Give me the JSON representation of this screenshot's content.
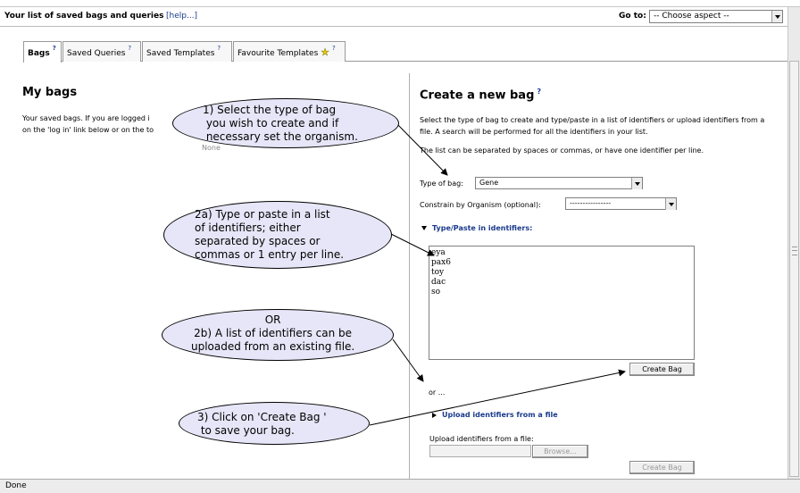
{
  "header": {
    "title": "Your list of saved bags and queries",
    "help_link": "[help...]",
    "goto_label": "Go to:",
    "goto_select_value": "-- Choose aspect --"
  },
  "tabs": [
    {
      "label": "Bags",
      "help": "?",
      "active": true
    },
    {
      "label": "Saved Queries",
      "help": "?",
      "active": false
    },
    {
      "label": "Saved Templates",
      "help": "?",
      "active": false
    },
    {
      "label": "Favourite Templates",
      "help": "?",
      "active": false,
      "icon": "star-icon"
    }
  ],
  "my_bags": {
    "title": "My bags",
    "text_line1": "Your saved bags. If you are logged i",
    "text_line2": "on the 'log in' link below or on the to",
    "none_text": "None"
  },
  "create_bag": {
    "title": "Create a new bag",
    "help": "?",
    "description": "Select the type of bag to create and type/paste in a list of identifiers or upload identifiers from a file. A search will be performed for all the identifiers in your list.",
    "note": "The list can be separated by spaces or commas, or have one identifier per line.",
    "type_label": "Type of bag:",
    "type_value": "Gene",
    "organism_label": "Constrain by Organism (optional):",
    "organism_value": "----------------",
    "paste_toggle": "Type/Paste in identifiers:",
    "identifiers": [
      "eya",
      "pax6",
      "toy",
      "dac",
      "so"
    ],
    "create_button": "Create Bag",
    "or_text": "or ...",
    "upload_toggle": "Upload identifiers from a file",
    "upload_label": "Upload identifiers from a file:",
    "browse_button": "Browse...",
    "create_button_2": "Create Bag"
  },
  "callouts": {
    "c1": "1) Select the type of bag\n you wish to create and if\n necessary set the organism.",
    "c2a": "2a) Type or paste in a list\nof identifiers; either\nseparated by spaces or\ncommas or 1 entry per line.",
    "c2b": "OR\n2b) A list of identifiers can be\nuploaded from an existing file.",
    "c3": "3) Click on 'Create Bag '\n to save your bag."
  },
  "status": {
    "text": "Done"
  },
  "colors": {
    "callout_fill": "#e6e6f8",
    "link_blue": "#1a3a8c",
    "star": "#e8c800"
  }
}
